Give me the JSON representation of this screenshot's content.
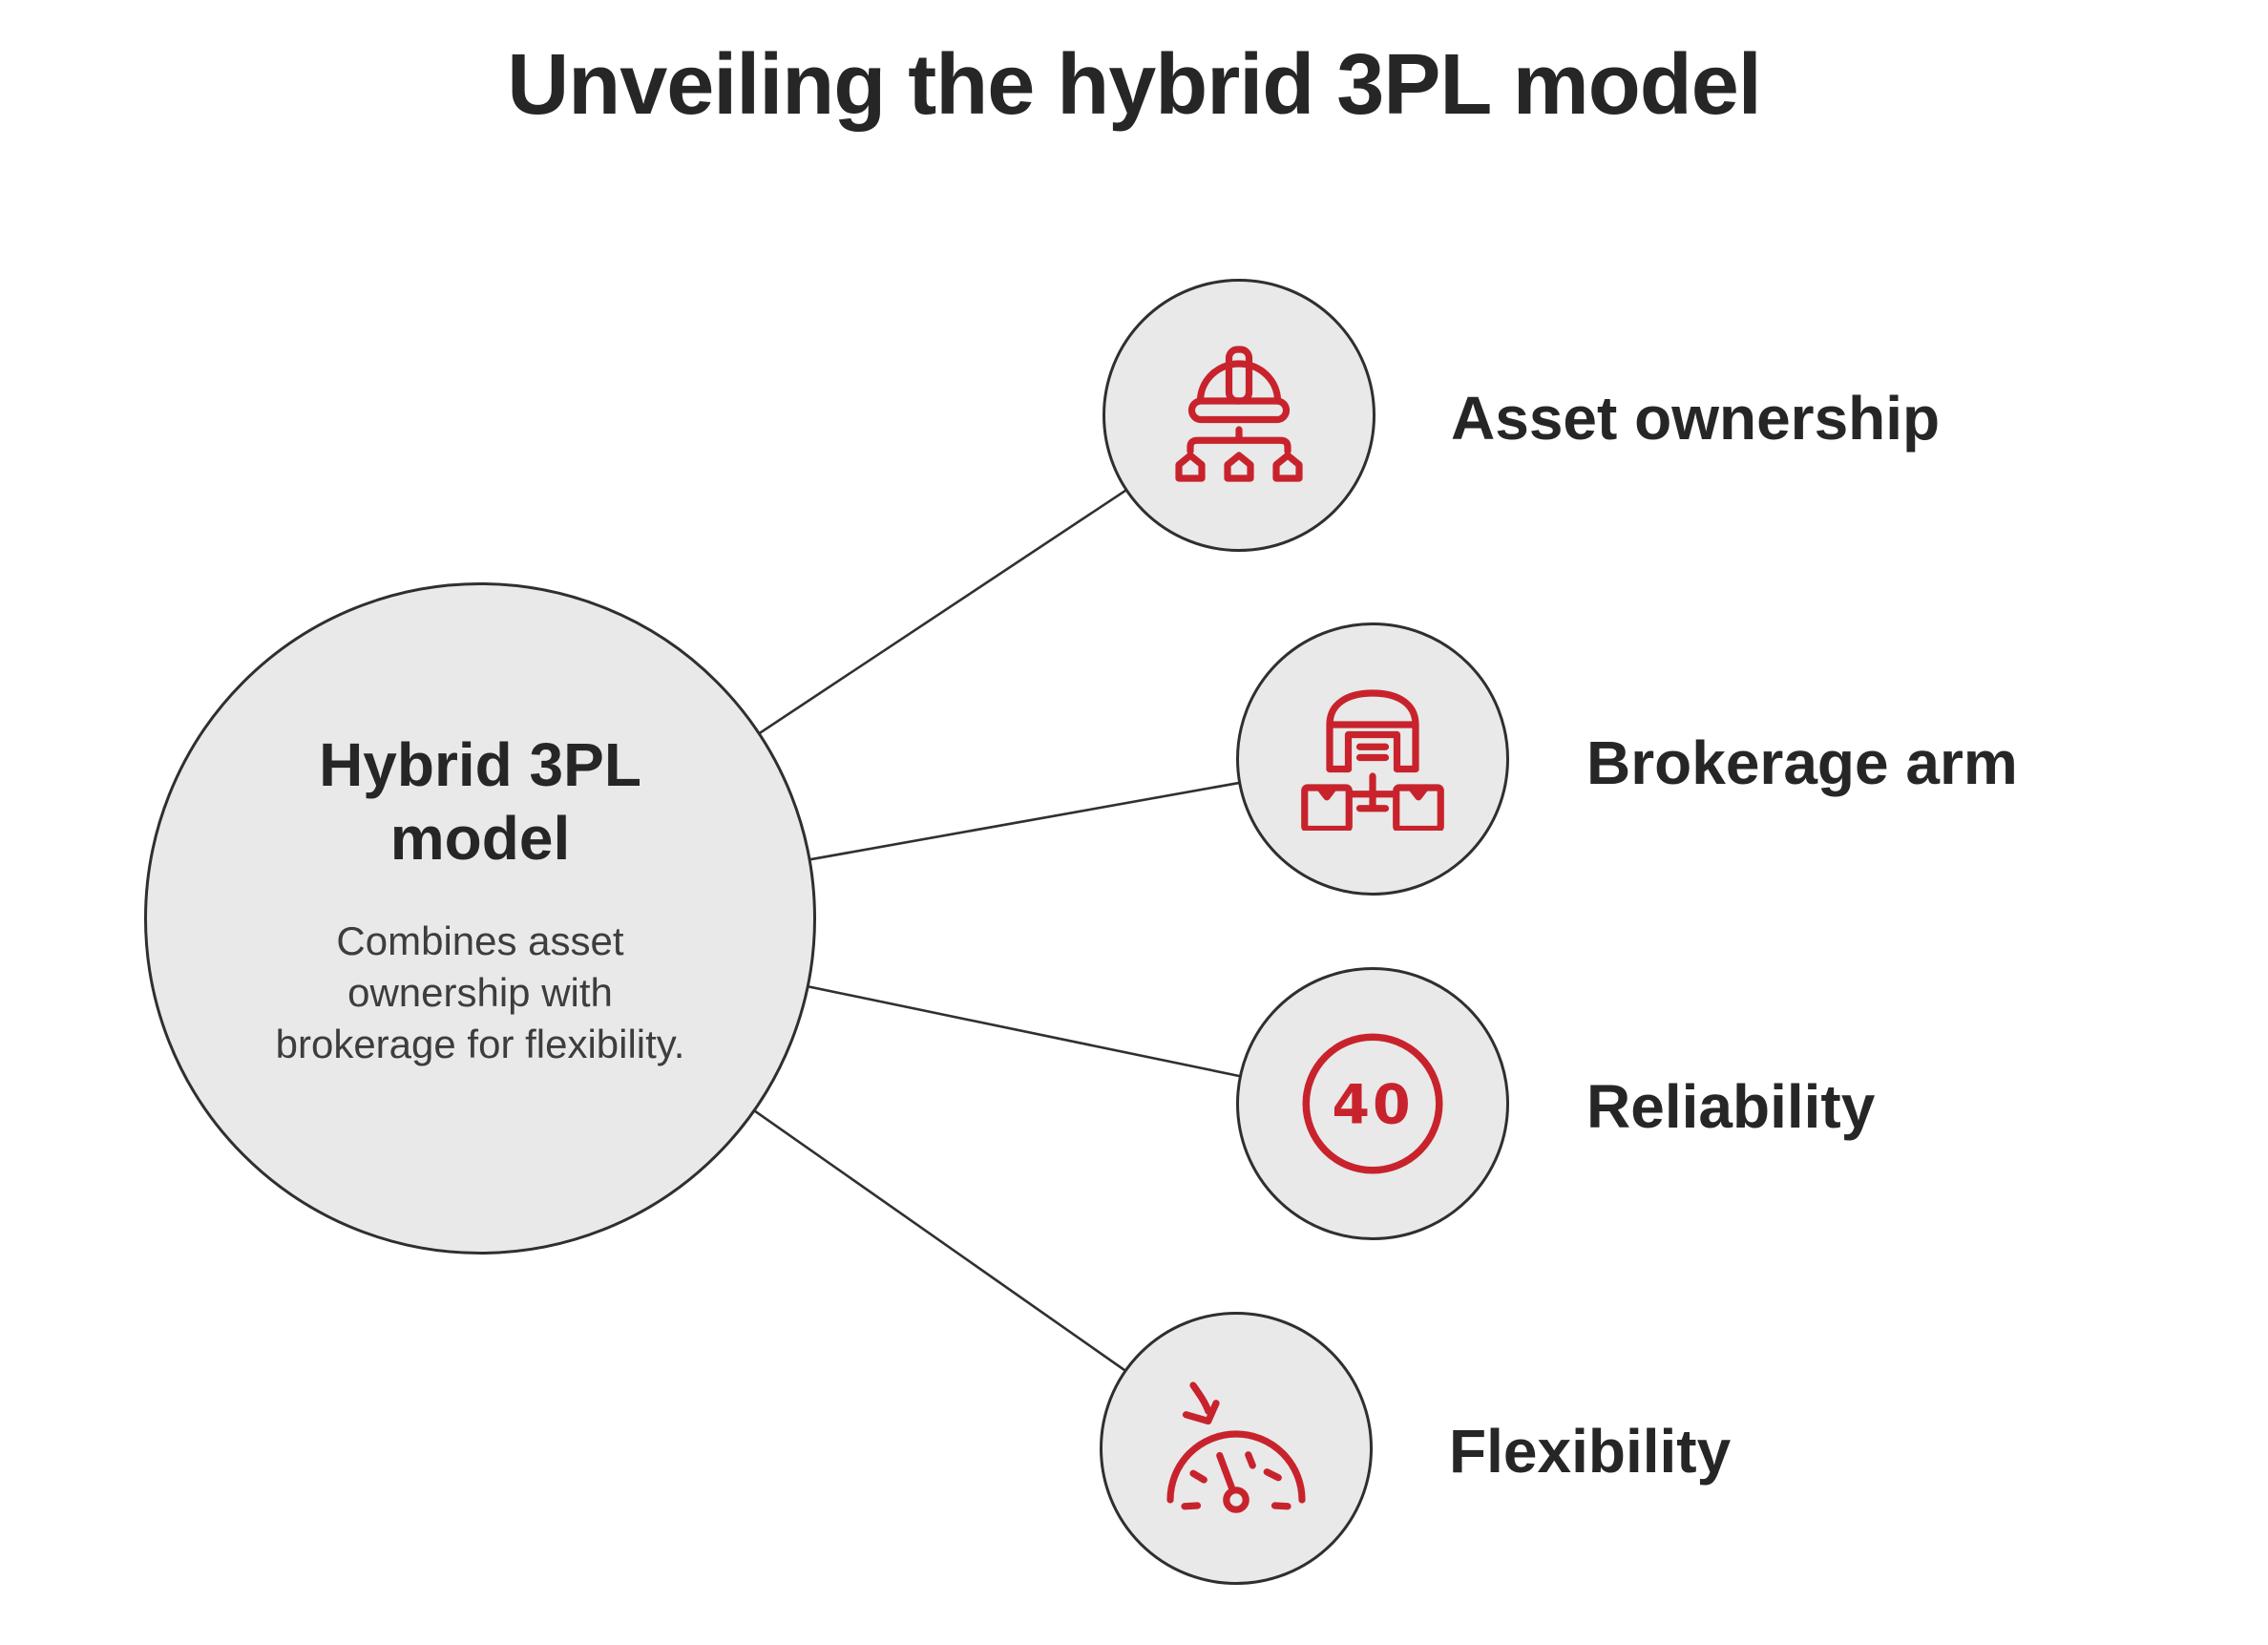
{
  "title": "Unveiling the hybrid 3PL model",
  "hub": {
    "heading": "Hybrid 3PL model",
    "description": "Combines asset ownership with brokerage for flexibility.",
    "description_lines": [
      "Combines asset",
      "ownership with",
      "brokerage for flexibility."
    ]
  },
  "nodes": [
    {
      "label": "Asset ownership",
      "icon": "hard-hat-hierarchy-icon"
    },
    {
      "label": "Brokerage arm",
      "icon": "warehouse-distribution-icon"
    },
    {
      "label": "Reliability",
      "icon": "speed-limit-sign-icon",
      "icon_text": "40"
    },
    {
      "label": "Flexibility",
      "icon": "gauge-with-arrow-icon"
    }
  ],
  "colors": {
    "accent_red": "#c8232c",
    "circle_fill": "#e9e9e9",
    "circle_border": "#2f2f2f",
    "line_color": "#303030",
    "text_dark": "#262626",
    "text_body": "#3d3d3d",
    "page_bg": "#ffffff"
  }
}
